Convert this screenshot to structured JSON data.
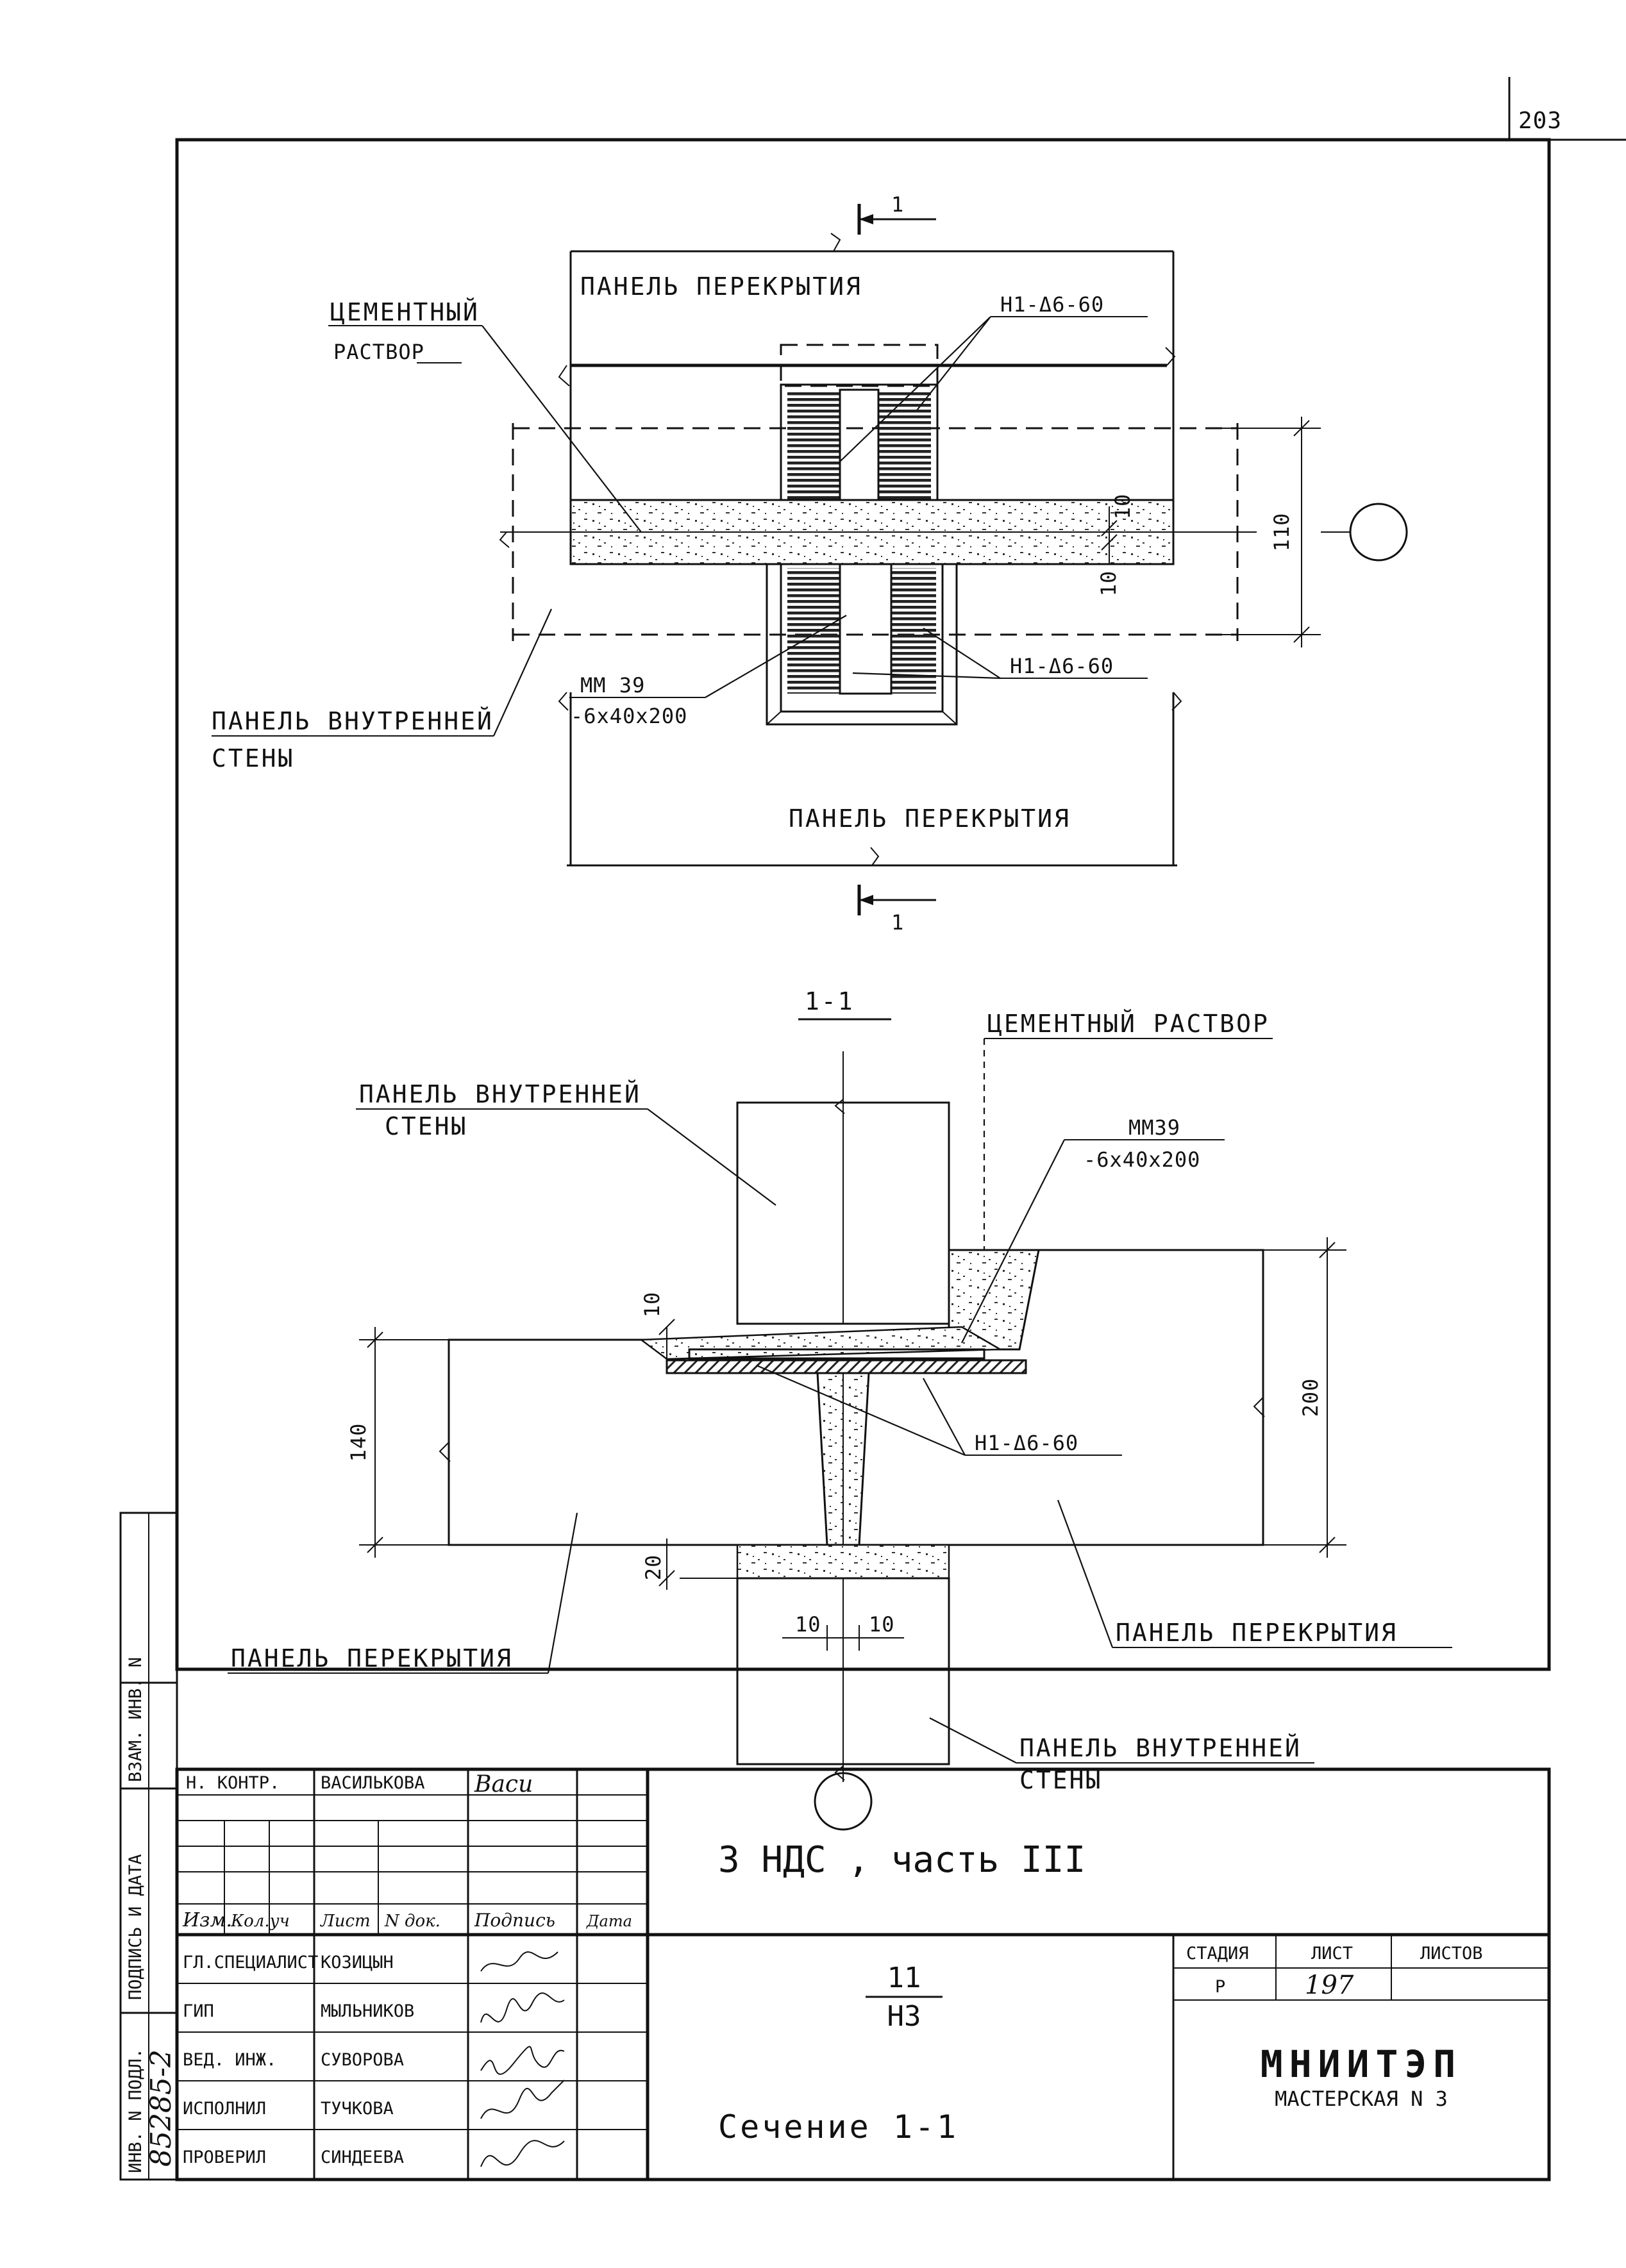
{
  "sheet_number": "203",
  "plan": {
    "section_mark": "1",
    "top_panel": "ПАНЕЛЬ ПЕРЕКРЫТИЯ",
    "bottom_panel": "ПАНЕЛЬ ПЕРЕКРЫТИЯ",
    "mortar_line1": "ЦЕМЕНТНЫЙ",
    "mortar_line2": "РАСТВОР",
    "wall_line1": "ПАНЕЛЬ ВНУТРЕННЕЙ",
    "wall_line2": "СТЕНЫ",
    "anchor_top": "Н1-Δ6-60",
    "anchor_bottom": "Н1-Δ6-60",
    "plate_line1": "ММ 39",
    "plate_line2": "-6х40х200",
    "dim_110": "110",
    "dim_10a": "10",
    "dim_10b": "10"
  },
  "section": {
    "title": "1-1",
    "mortar": "ЦЕМЕНТНЫЙ РАСТВОР",
    "wall_top_line1": "ПАНЕЛЬ ВНУТРЕННЕЙ",
    "wall_top_line2": "СТЕНЫ",
    "plate_line1": "ММ39",
    "plate_line2": "-6х40х200",
    "anchor": "Н1-Δ6-60",
    "slab_left": "ПАНЕЛЬ ПЕРЕКРЫТИЯ",
    "slab_right": "ПАНЕЛЬ ПЕРЕКРЫТИЯ",
    "wall_bottom_line1": "ПАНЕЛЬ ВНУТРЕННЕЙ",
    "wall_bottom_line2": "СТЕНЫ",
    "dim_10_top": "10",
    "dim_140": "140",
    "dim_200": "200",
    "dim_20": "20",
    "dim_10_left": "10",
    "dim_10_right": "10"
  },
  "side_stamp": {
    "inv_orig": "ИНВ. N ПОДЛ.",
    "sign_date": "ПОДПИСЬ И ДАТА",
    "inv_repl": "ВЗАМ. ИНВ. N",
    "inv_number": "85285-2"
  },
  "title_block": {
    "norm_control_role": "Н. КОНТР.",
    "norm_control_name": "ВАСИЛЬКОВА",
    "col_izm": "Изм.",
    "col_kol": "Кол.уч",
    "col_list": "Лист",
    "col_ndok": "N док.",
    "col_sign": "Подпись",
    "col_date": "Дата",
    "roles": [
      "ГЛ.СПЕЦИАЛИСТ",
      "ГИП",
      "ВЕД. ИНЖ.",
      "ИСПОЛНИЛ",
      "ПРОВЕРИЛ"
    ],
    "names": [
      "КОЗИЦЫН",
      "МЫЛЬНИКОВ",
      "СУВОРОВА",
      "ТУЧКОВА",
      "СИНДЕЕВА"
    ],
    "project": "3 НДС , часть III",
    "drawing_num": "11",
    "drawing_den": "НЗ",
    "sheet_title": "Сечение 1-1",
    "stage_label": "СТАДИЯ",
    "sheet_label": "ЛИСТ",
    "sheets_label": "ЛИСТОВ",
    "stage": "Р",
    "sheet": "197",
    "org": "МНИИТЭП",
    "workshop": "МАСТЕРСКАЯ N 3"
  }
}
